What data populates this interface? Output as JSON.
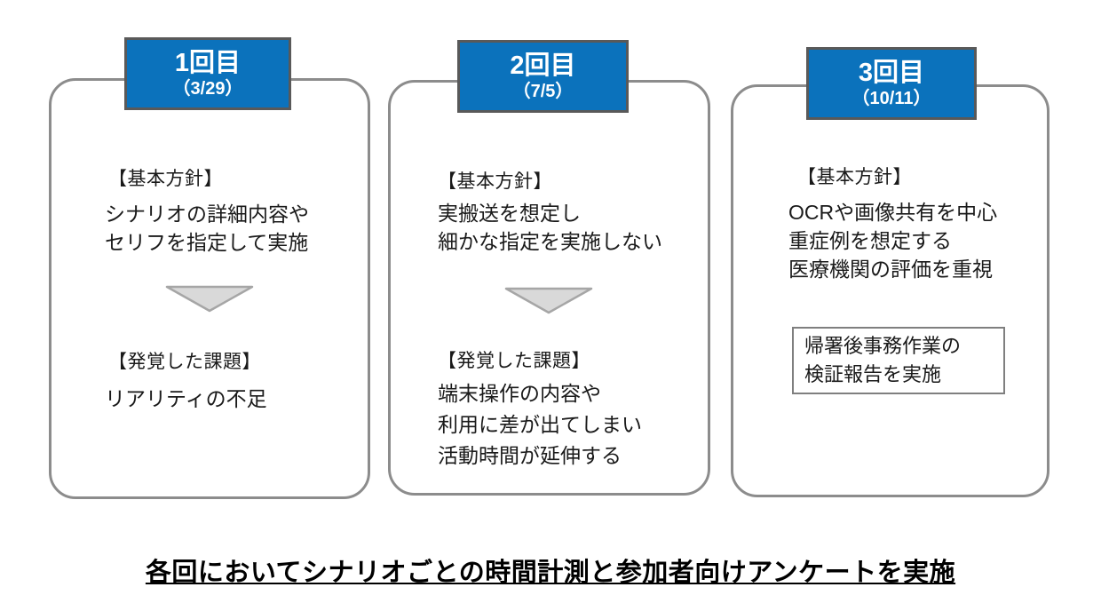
{
  "colors": {
    "header_fill": "#0B72BC",
    "header_border": "#595959",
    "header_text": "#FFFFFF",
    "panel_border": "#8C8C8C",
    "triangle_fill": "#D9D9D9",
    "triangle_border": "#A6A6A6",
    "note_border": "#7F7F7F",
    "body_text": "#1A1A1A",
    "footer_text": "#000000"
  },
  "panels": [
    {
      "header": {
        "title": "1回目",
        "date": "（3/29）"
      },
      "policy_label": "【基本方針】",
      "policy_lines": [
        "シナリオの詳細内容や",
        "セリフを指定して実施"
      ],
      "issue_label": "【発覚した課題】",
      "issue_lines": [
        "リアリティの不足"
      ]
    },
    {
      "header": {
        "title": "2回目",
        "date": "（7/5）"
      },
      "policy_label": "【基本方針】",
      "policy_lines": [
        "実搬送を想定し",
        "細かな指定を実施しない"
      ],
      "issue_label": "【発覚した課題】",
      "issue_lines": [
        "端末操作の内容や",
        "利用に差が出てしまい",
        "活動時間が延伸する"
      ]
    },
    {
      "header": {
        "title": "3回目",
        "date": "（10/11）"
      },
      "policy_label": "【基本方針】",
      "policy_lines": [
        "OCRや画像共有を中心",
        "重症例を想定する",
        "医療機関の評価を重視"
      ],
      "note_lines": [
        "帰署後事務作業の",
        "検証報告を実施"
      ]
    }
  ],
  "footer": {
    "text": "各回においてシナリオごとの時間計測と参加者向けアンケートを実施"
  }
}
